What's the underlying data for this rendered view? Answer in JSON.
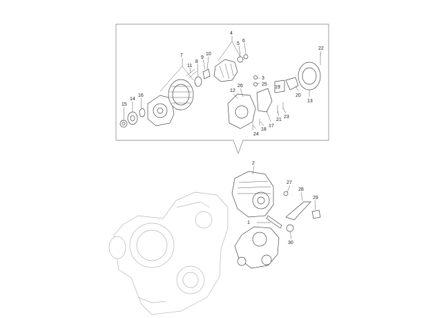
{
  "diagram": {
    "callouts": [
      {
        "id": "c1",
        "text": "1"
      },
      {
        "id": "c2",
        "text": "2"
      },
      {
        "id": "c3",
        "text": "3"
      },
      {
        "id": "c4",
        "text": "4"
      },
      {
        "id": "c5",
        "text": "5"
      },
      {
        "id": "c6",
        "text": "6"
      },
      {
        "id": "c7",
        "text": "7"
      },
      {
        "id": "c8",
        "text": "8"
      },
      {
        "id": "c9",
        "text": "9"
      },
      {
        "id": "c10",
        "text": "10"
      },
      {
        "id": "c11",
        "text": "11"
      },
      {
        "id": "c12",
        "text": "12"
      },
      {
        "id": "c13",
        "text": "13"
      },
      {
        "id": "c14",
        "text": "14"
      },
      {
        "id": "c15",
        "text": "15"
      },
      {
        "id": "c16",
        "text": "16"
      },
      {
        "id": "c17",
        "text": "17"
      },
      {
        "id": "c18",
        "text": "18"
      },
      {
        "id": "c19",
        "text": "19"
      },
      {
        "id": "c20",
        "text": "20"
      },
      {
        "id": "c21",
        "text": "21"
      },
      {
        "id": "c22",
        "text": "22"
      },
      {
        "id": "c23",
        "text": "23"
      },
      {
        "id": "c24",
        "text": "24"
      },
      {
        "id": "c25",
        "text": "25"
      },
      {
        "id": "c26",
        "text": "26"
      },
      {
        "id": "c27",
        "text": "27"
      },
      {
        "id": "c28",
        "text": "28"
      },
      {
        "id": "c29",
        "text": "29"
      },
      {
        "id": "c30",
        "text": "30"
      }
    ]
  }
}
